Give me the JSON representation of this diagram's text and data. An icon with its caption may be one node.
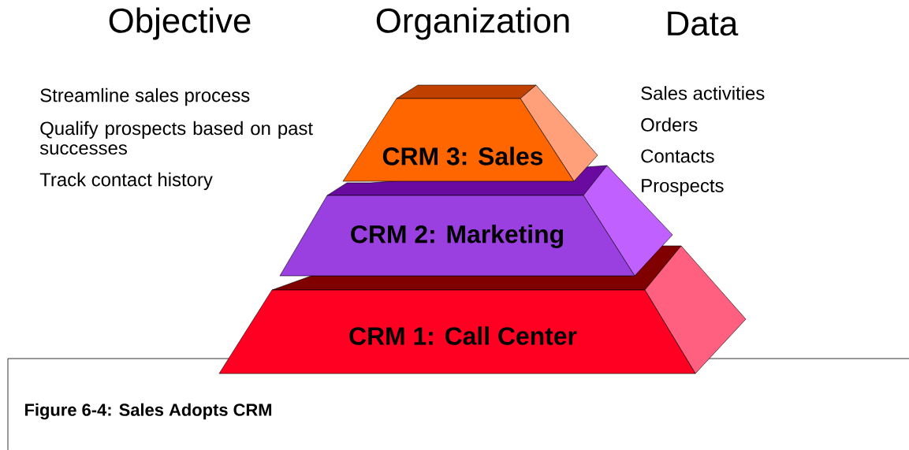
{
  "diagram": {
    "caption": "Figure 6-4: Sales Adopts CRM",
    "nodes": [
      {
        "text": [
          "CRM 3: Sales"
        ]
      },
      {
        "text": [
          "CRM 2: Marketing"
        ]
      },
      {
        "text": [
          "CRM 1: Call Center"
        ]
      }
    ],
    "labels": [
      "Objective",
      "Organization",
      "Data",
      "Streamline sales process",
      "Qualify prospects based on past successes",
      "Track contact history",
      "Sales activities",
      "Orders",
      "Contacts",
      "Prospects"
    ]
  }
}
